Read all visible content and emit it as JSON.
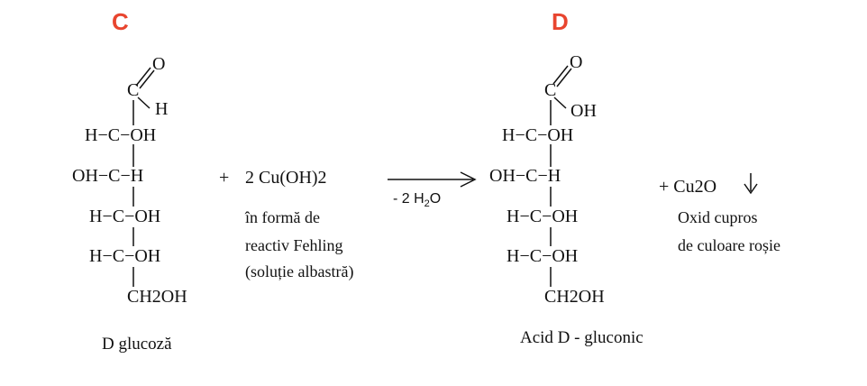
{
  "labels": {
    "left": "C",
    "right": "D"
  },
  "accent_color": "#e8452f",
  "glucose": {
    "aldehyde_o": "O",
    "carbon": "C",
    "aldehyde_h": "H",
    "c2": "H−C−OH",
    "c3": "OH−C−H",
    "c4": "H−C−OH",
    "c5": "H−C−OH",
    "c6": "CH2OH",
    "name": "D glucoză"
  },
  "reagent": {
    "plus": "+",
    "formula": "2 Cu(OH)2",
    "line1": "în formă de",
    "line2": "reactiv Fehling",
    "line3": "(soluție albastră)"
  },
  "arrow": {
    "below_prefix": "- 2 H",
    "below_sub": "2",
    "below_suffix": "O"
  },
  "gluconic": {
    "acid_o": "O",
    "carbon": "C",
    "acid_oh": "OH",
    "c2": "H−C−OH",
    "c3": "OH−C−H",
    "c4": "H−C−OH",
    "c5": "H−C−OH",
    "c6": "CH2OH",
    "name": "Acid D - gluconic"
  },
  "product": {
    "formula": "+ Cu2O",
    "down_arrow": "↓",
    "line1": "Oxid cupros",
    "line2": "de culoare roșie"
  }
}
